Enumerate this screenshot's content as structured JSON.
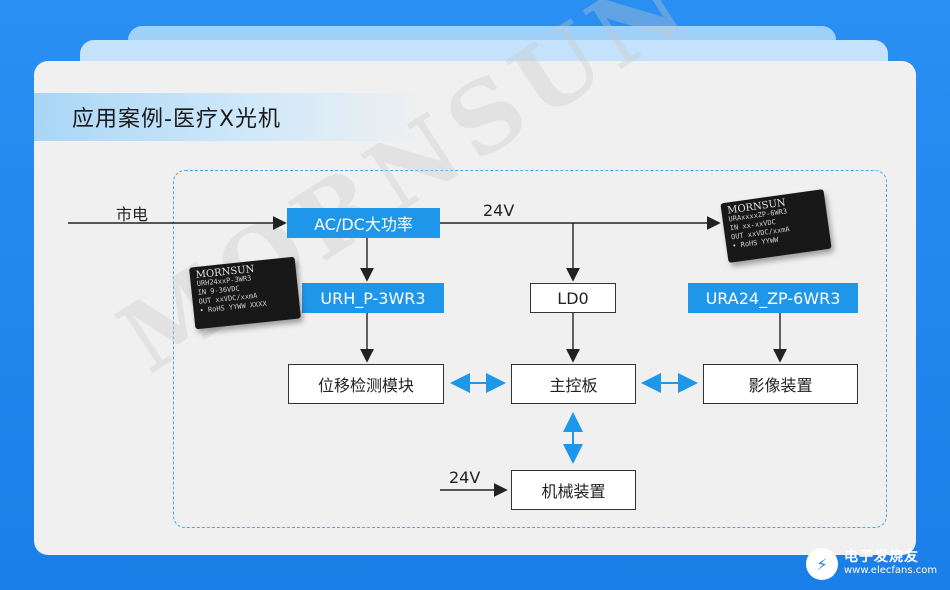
{
  "title": "应用案例-医疗X光机",
  "watermark": "MORNSUN",
  "nodes": {
    "acdc": "AC/DC大功率",
    "urh": "URH_P-3WR3",
    "ld0": "LD0",
    "ura": "URA24_ZP-6WR3",
    "position": "位移检测模块",
    "main": "主控板",
    "imaging": "影像装置",
    "mech": "机械装置"
  },
  "labels": {
    "mains": "市电",
    "v24_top": "24V",
    "v24_bottom": "24V"
  },
  "chips": {
    "left": {
      "brand": "MORNSUN",
      "line1": "URH24xxP-3WR3",
      "line2": "IN  9-36VDC",
      "line3": "OUT  xxVDC/xxmA",
      "line4": "• RoHS    YYWW    XXXX"
    },
    "right": {
      "brand": "MORNSUN",
      "line1": "URAxxxxZP-6WR3",
      "line2": "IN  xx-xxVDC",
      "line3": "OUT  xxVDC/xxmA",
      "line4": "• RoHS    YYWW"
    }
  },
  "footer_logo": {
    "cn": "电子发烧友",
    "en": "www.elecfans.com",
    "icon": "elecfans-logo-icon"
  }
}
